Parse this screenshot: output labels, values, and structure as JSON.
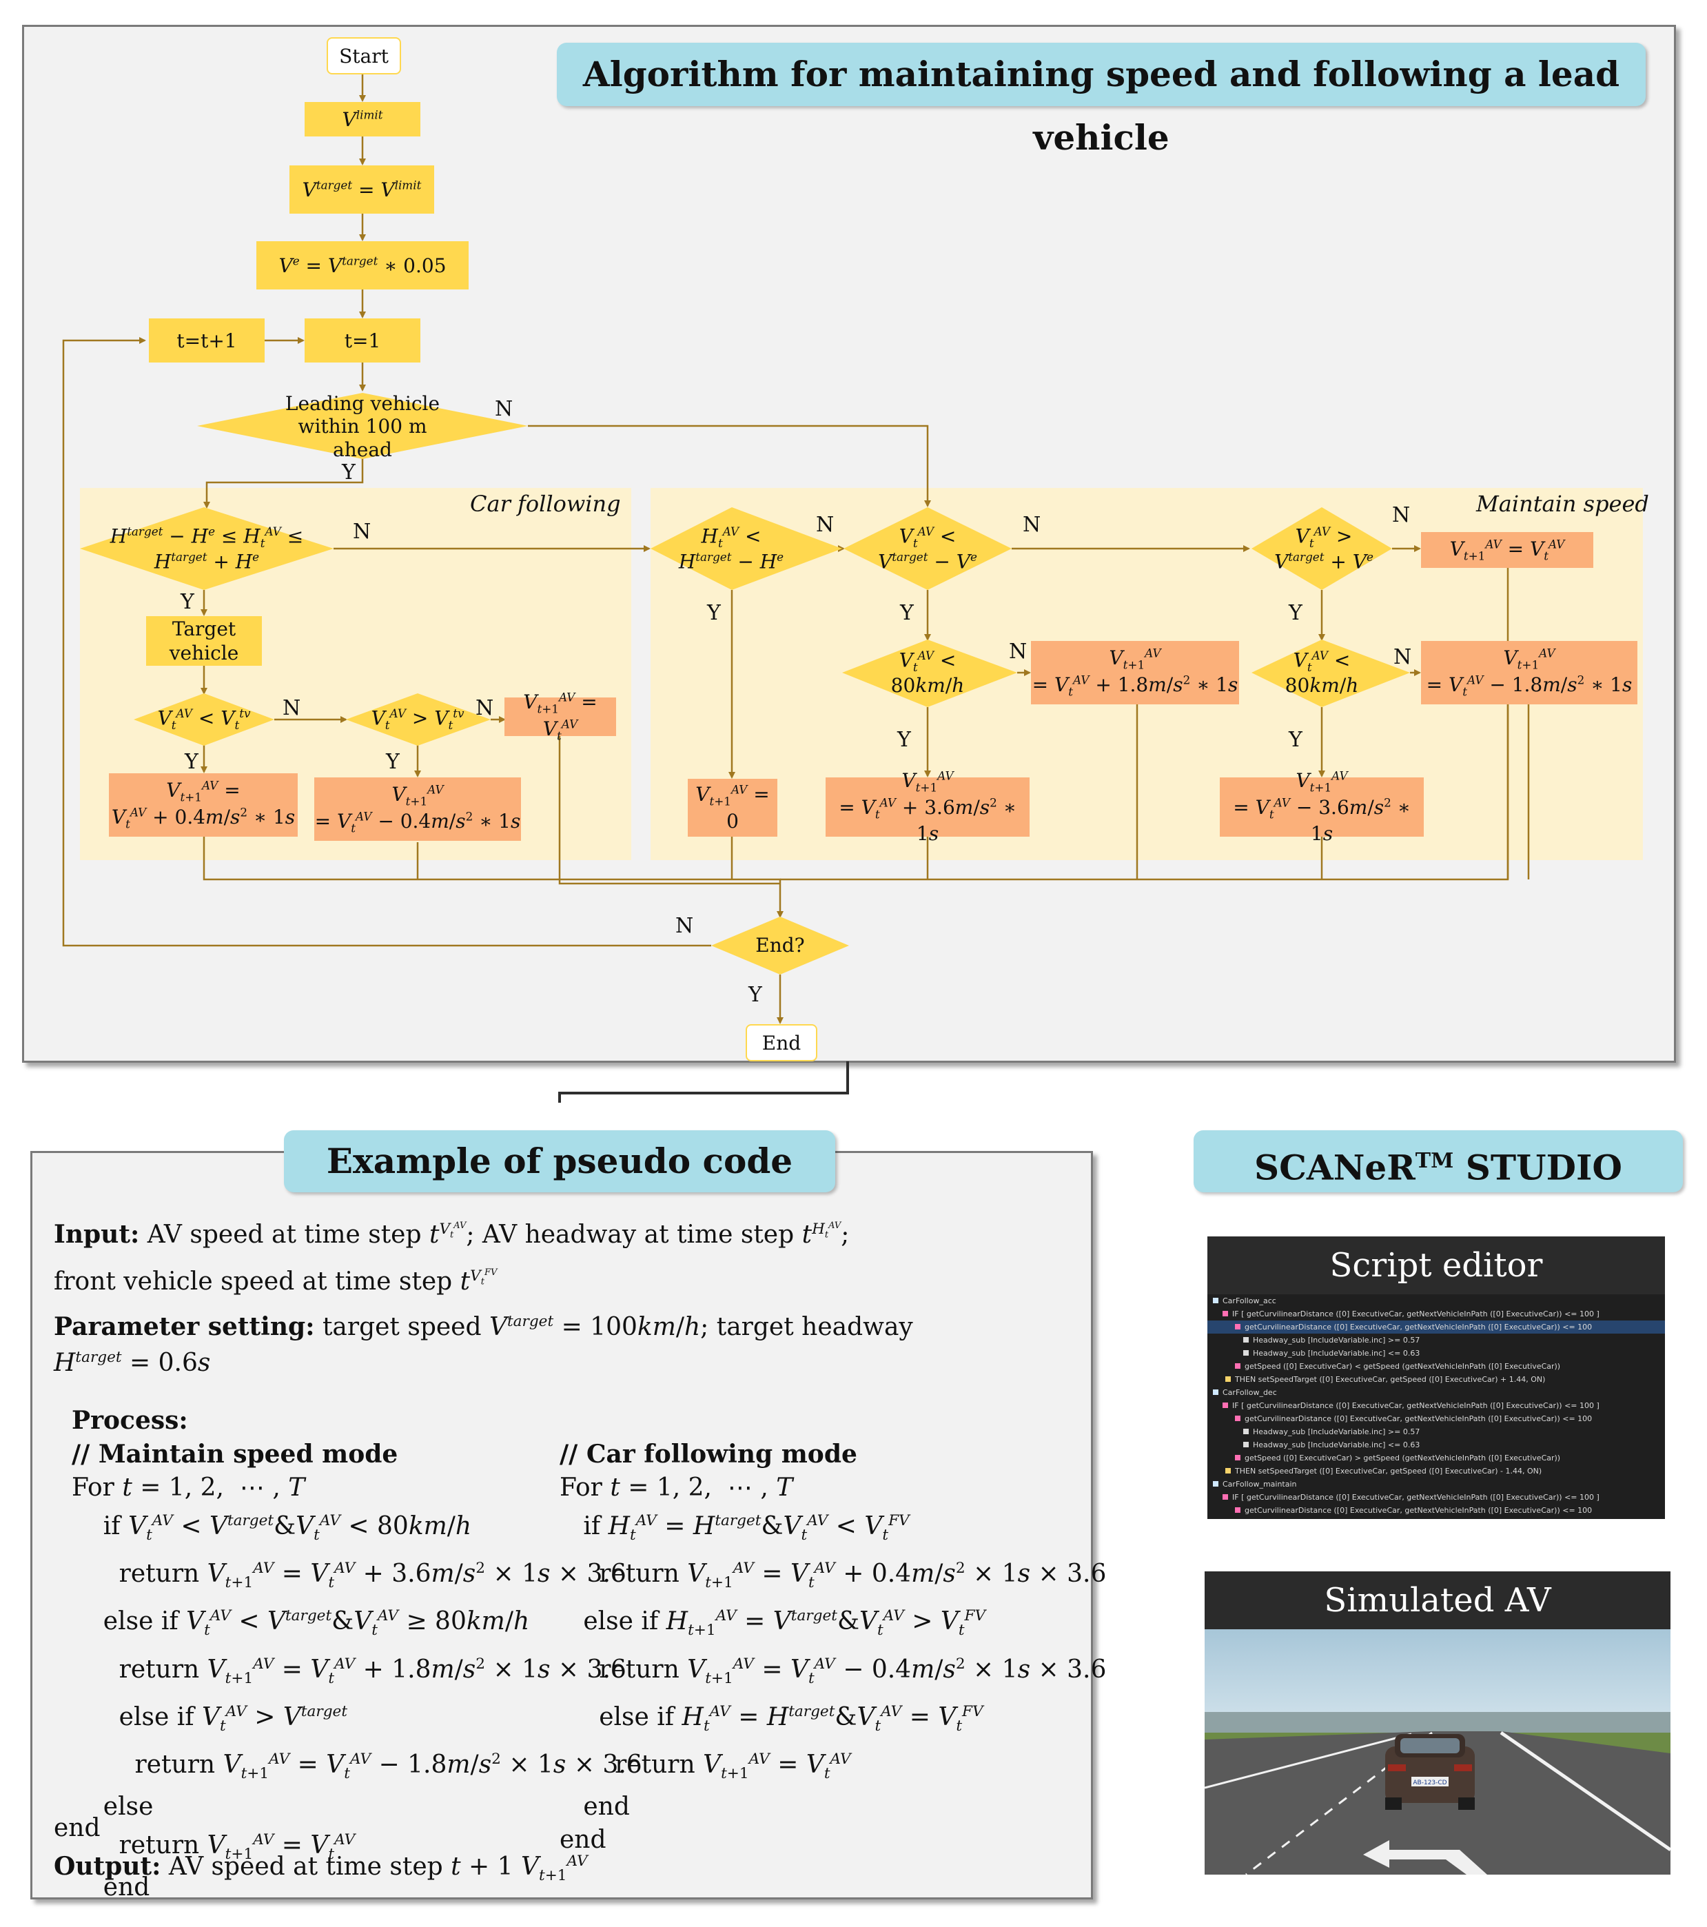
{
  "header": {
    "title": "Algorithm for maintaining speed and following a lead vehicle"
  },
  "flow": {
    "start": "Start",
    "v_limit": "V^limit",
    "v_target": "V^target = V^limit",
    "v_e": "V^e = V^target * 0.05",
    "t_inc": "t=t+1",
    "t_init": "t=1",
    "leading": "Leading vehicle within 100 m ahead",
    "car_following_label": "Car following",
    "maintain_speed_label": "Maintain speed",
    "headway_check": "H^target − H^e ≤ H_t^AV ≤ H^target + H^e",
    "target_vehicle": "Target vehicle",
    "cf_less": "V_t^AV < V_t^tv",
    "cf_greater": "V_t^AV > V_t^tv",
    "cf_equal": "V_{t+1}^AV = V_t^AV",
    "cf_acc": "V_{t+1}^AV = V_t^AV + 0.4m/s² * 1s",
    "cf_dec": "V_{t+1}^AV = V_t^AV − 0.4m/s² * 1s",
    "ms_headway": "H_t^AV < H^target − H^e",
    "ms_stop": "V_{t+1}^AV = 0",
    "ms_below": "V_t^AV < V^target − V^e",
    "ms_above": "V_t^AV > V^target + V^e",
    "ms_hold": "V_{t+1}^AV = V_t^AV",
    "ms_80a": "V_t^AV < 80km/h",
    "ms_80b": "V_t^AV < 80km/h",
    "ms_acc18": "V_{t+1}^AV = V_t^AV + 1.8m/s² * 1s",
    "ms_acc36": "V_{t+1}^AV = V_t^AV + 3.6m/s² * 1s",
    "ms_dec18": "V_{t+1}^AV = V_t^AV − 1.8m/s² * 1s",
    "ms_dec36": "V_{t+1}^AV = V_t^AV − 3.6m/s² * 1s",
    "end_q": "End?",
    "end": "End",
    "yes": "Y",
    "no": "N"
  },
  "pseudo": {
    "title": "Example of pseudo code",
    "input_label": "Input:",
    "input_text": "AV speed at time step t^{V_t^AV}; AV headway at time step t^{H_t^AV}; front vehicle speed at time step t^{V_t^FV}",
    "param_label": "Parameter setting:",
    "param_text": "target speed V^target = 100km/h; target headway H^target = 0.6s",
    "process_label": "Process:",
    "maintain_comment": "// Maintain speed mode",
    "following_comment": "// Car following mode",
    "end_kw": "end",
    "output_label": "Output:",
    "output_text": "AV speed at time step t + 1 V_{t+1}^AV"
  },
  "studio": {
    "title": "SCANeR™ STUDIO",
    "script_editor": "Script editor",
    "simulated_av": "Simulated AV",
    "script_lines": [
      "CarFollow_acc",
      "IF  [ getCurvilinearDistance ([0] ExecutiveCar, getNextVehicleInPath ([0] ExecutiveCar)) <= 100 ]",
      "getCurvilinearDistance ([0] ExecutiveCar, getNextVehicleInPath ([0] ExecutiveCar)) <= 100",
      "Headway_sub [IncludeVariable.inc] >= 0.57",
      "Headway_sub [IncludeVariable.inc] <= 0.63",
      "getSpeed ([0] ExecutiveCar) < getSpeed (getNextVehicleInPath ([0] ExecutiveCar))",
      "THEN  setSpeedTarget ([0] ExecutiveCar, getSpeed ([0] ExecutiveCar) + 1.44, ON)",
      "CarFollow_dec",
      "IF  [ getCurvilinearDistance ([0] ExecutiveCar, getNextVehicleInPath ([0] ExecutiveCar)) <= 100 ]",
      "getCurvilinearDistance ([0] ExecutiveCar, getNextVehicleInPath ([0] ExecutiveCar)) <= 100",
      "Headway_sub [IncludeVariable.inc] >= 0.57",
      "Headway_sub [IncludeVariable.inc] <= 0.63",
      "getSpeed ([0] ExecutiveCar) > getSpeed (getNextVehicleInPath ([0] ExecutiveCar))",
      "THEN  setSpeedTarget ([0] ExecutiveCar, getSpeed ([0] ExecutiveCar) - 1.44, ON)",
      "CarFollow_maintain",
      "IF  [ getCurvilinearDistance ([0] ExecutiveCar, getNextVehicleInPath ([0] ExecutiveCar)) <= 100 ]",
      "getCurvilinearDistance ([0] ExecutiveCar, getNextVehicleInPath ([0] ExecutiveCar)) <= 100"
    ],
    "plate": "AB-123-CD"
  },
  "colors": {
    "yellow": "#ffd84f",
    "orange": "#fbb07a",
    "zone": "#fdf2cf",
    "pill": "#a9dde8",
    "line": "#a07820"
  }
}
